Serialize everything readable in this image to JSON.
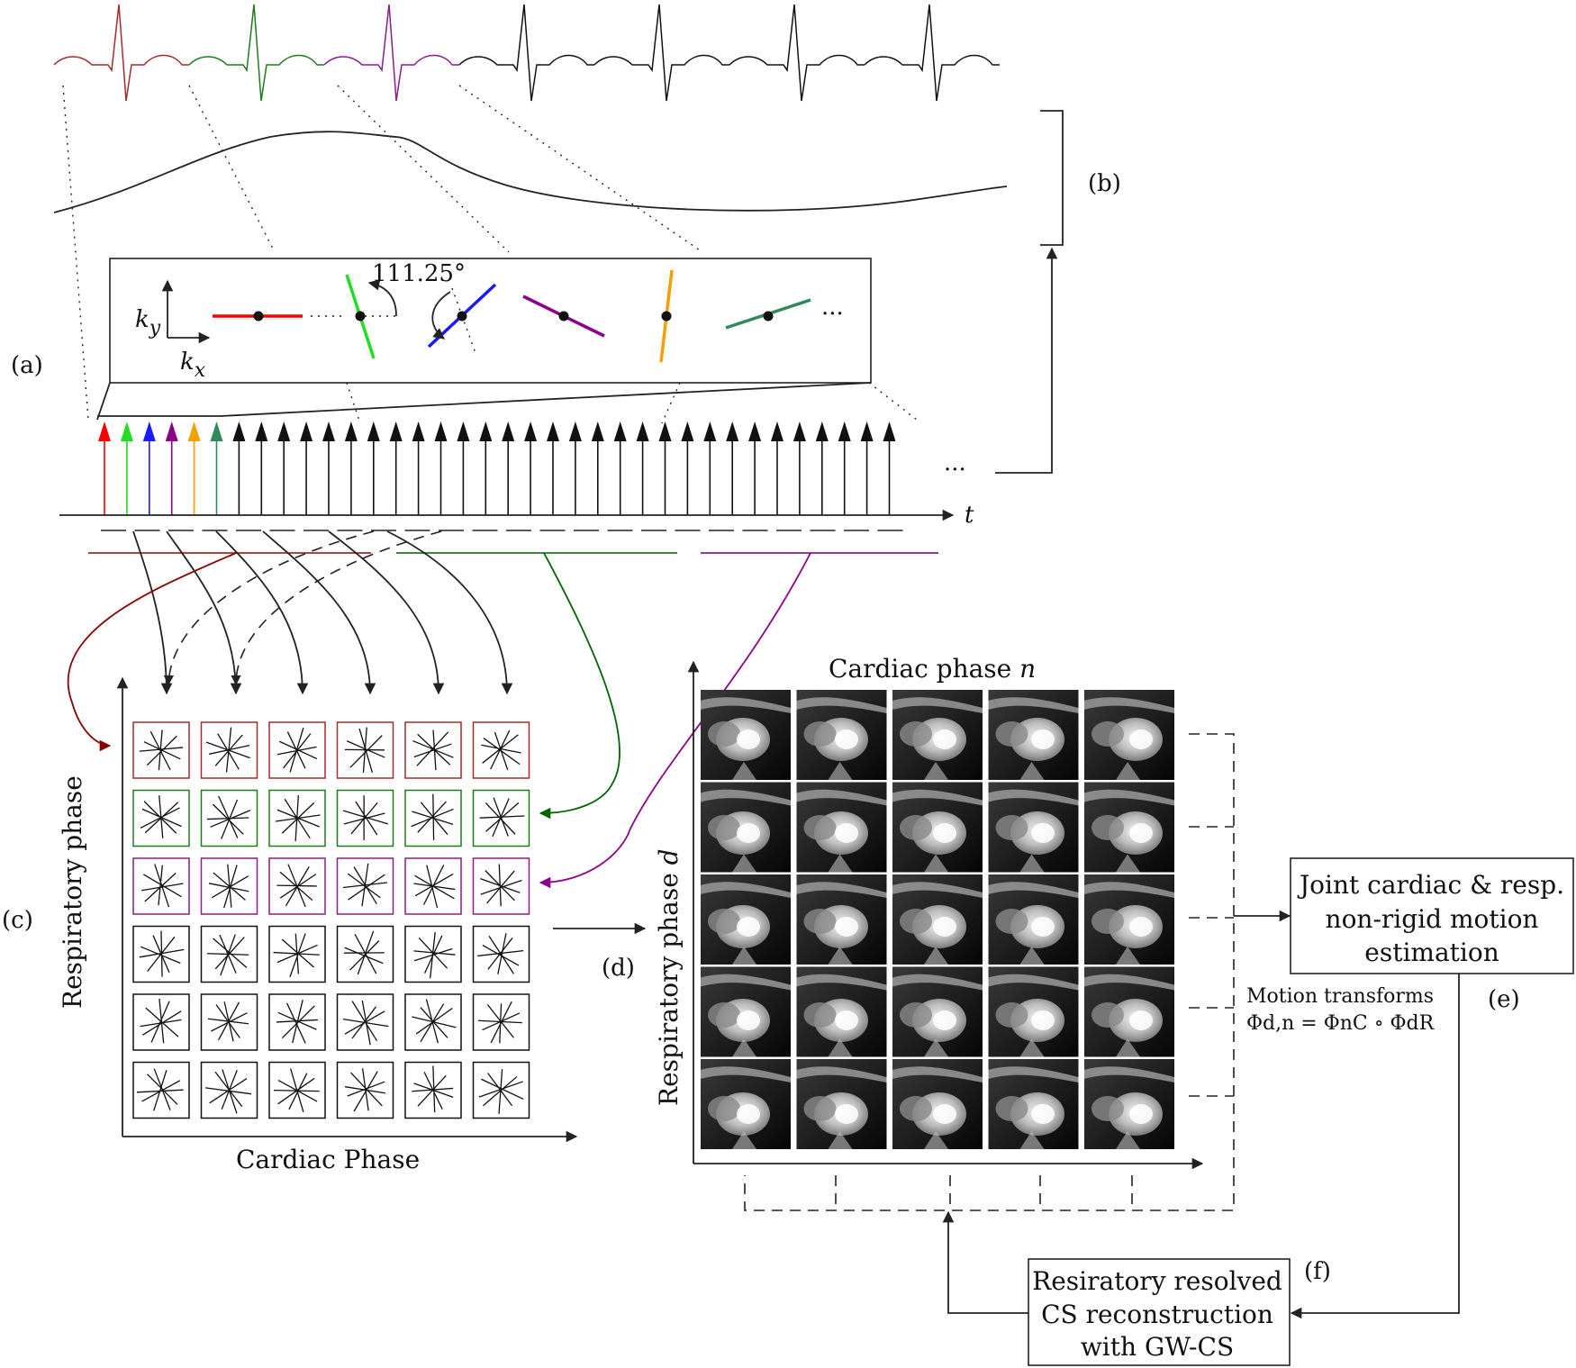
{
  "labels": {
    "a": "(a)",
    "b": "(b)",
    "c": "(c)",
    "d": "(d)",
    "e": "(e)",
    "f": "(f)",
    "angle": "111.25°",
    "kx": "k",
    "kx_sub": "x",
    "ky": "k",
    "ky_sub": "y",
    "t_axis": "t",
    "ellipsis": "···",
    "ellipsis2": "···"
  },
  "grid_left": {
    "x_axis": "Cardiac Phase",
    "y_axis": "Respiratory phase"
  },
  "grid_right": {
    "title_text": "Cardiac phase ",
    "title_var": "n",
    "y_axis_text": "Respiratory phase ",
    "y_axis_var": "d"
  },
  "boxes": {
    "motion_estimation": [
      "Joint cardiac & resp.",
      "non-rigid motion",
      "estimation"
    ],
    "reconstruction": [
      "Resiratory resolved",
      "CS reconstruction",
      "with GW-CS"
    ]
  },
  "motion_transforms": {
    "line1": "Motion transforms",
    "line2": "Φd,n = ΦnC ∘ ΦdR"
  },
  "colors": {
    "cycle1": "#a52a2a",
    "cycle2": "#1e7a1e",
    "cycle3": "#8b1a8b",
    "spoke_red": "#ff0000",
    "spoke_lime": "#22dd22",
    "spoke_blue": "#1a1aff",
    "spoke_purple": "#8b008b",
    "spoke_orange": "#f5a000",
    "spoke_green": "#2e8b57"
  }
}
